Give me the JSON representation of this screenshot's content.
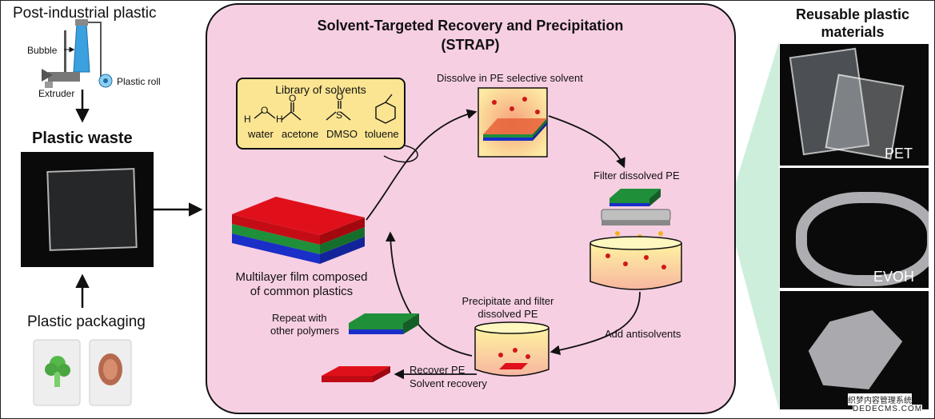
{
  "left": {
    "title": "Post-industrial plastic",
    "bubble": "Bubble",
    "extruder": "Extruder",
    "plastic_roll": "Plastic roll",
    "waste_title": "Plastic waste",
    "packaging": "Plastic packaging"
  },
  "center": {
    "title_line1": "Solvent-Targeted Recovery and Precipitation",
    "title_line2": "(STRAP)",
    "library_title": "Library of solvents",
    "solvents": [
      "water",
      "acetone",
      "DMSO",
      "toluene"
    ],
    "step_dissolve": "Dissolve in PE selective solvent",
    "step_filter": "Filter dissolved PE",
    "step_antisolvent": "Add antisolvents",
    "step_precip_line1": "Precipitate and filter",
    "step_precip_line2": "dissolved PE",
    "repeat_line1": "Repeat with",
    "repeat_line2": "other polymers",
    "recover": "Recover PE",
    "solvent_recovery": "Solvent recovery",
    "multilayer_line1": "Multilayer film composed",
    "multilayer_line2": "of common plastics"
  },
  "right": {
    "title_line1": "Reusable plastic",
    "title_line2": "materials",
    "labels": [
      "PET",
      "EVOH"
    ]
  },
  "watermark": {
    "line1": "织梦内容管理系统",
    "line2": "DEDECMS.COM"
  },
  "colors": {
    "panel": "#f7cfe3",
    "library_box": "#fbe592",
    "red_layer": "#e0101b",
    "green_layer": "#1f8f3a",
    "blue_layer": "#1a2ec8",
    "highlight": "#cdeedb"
  }
}
